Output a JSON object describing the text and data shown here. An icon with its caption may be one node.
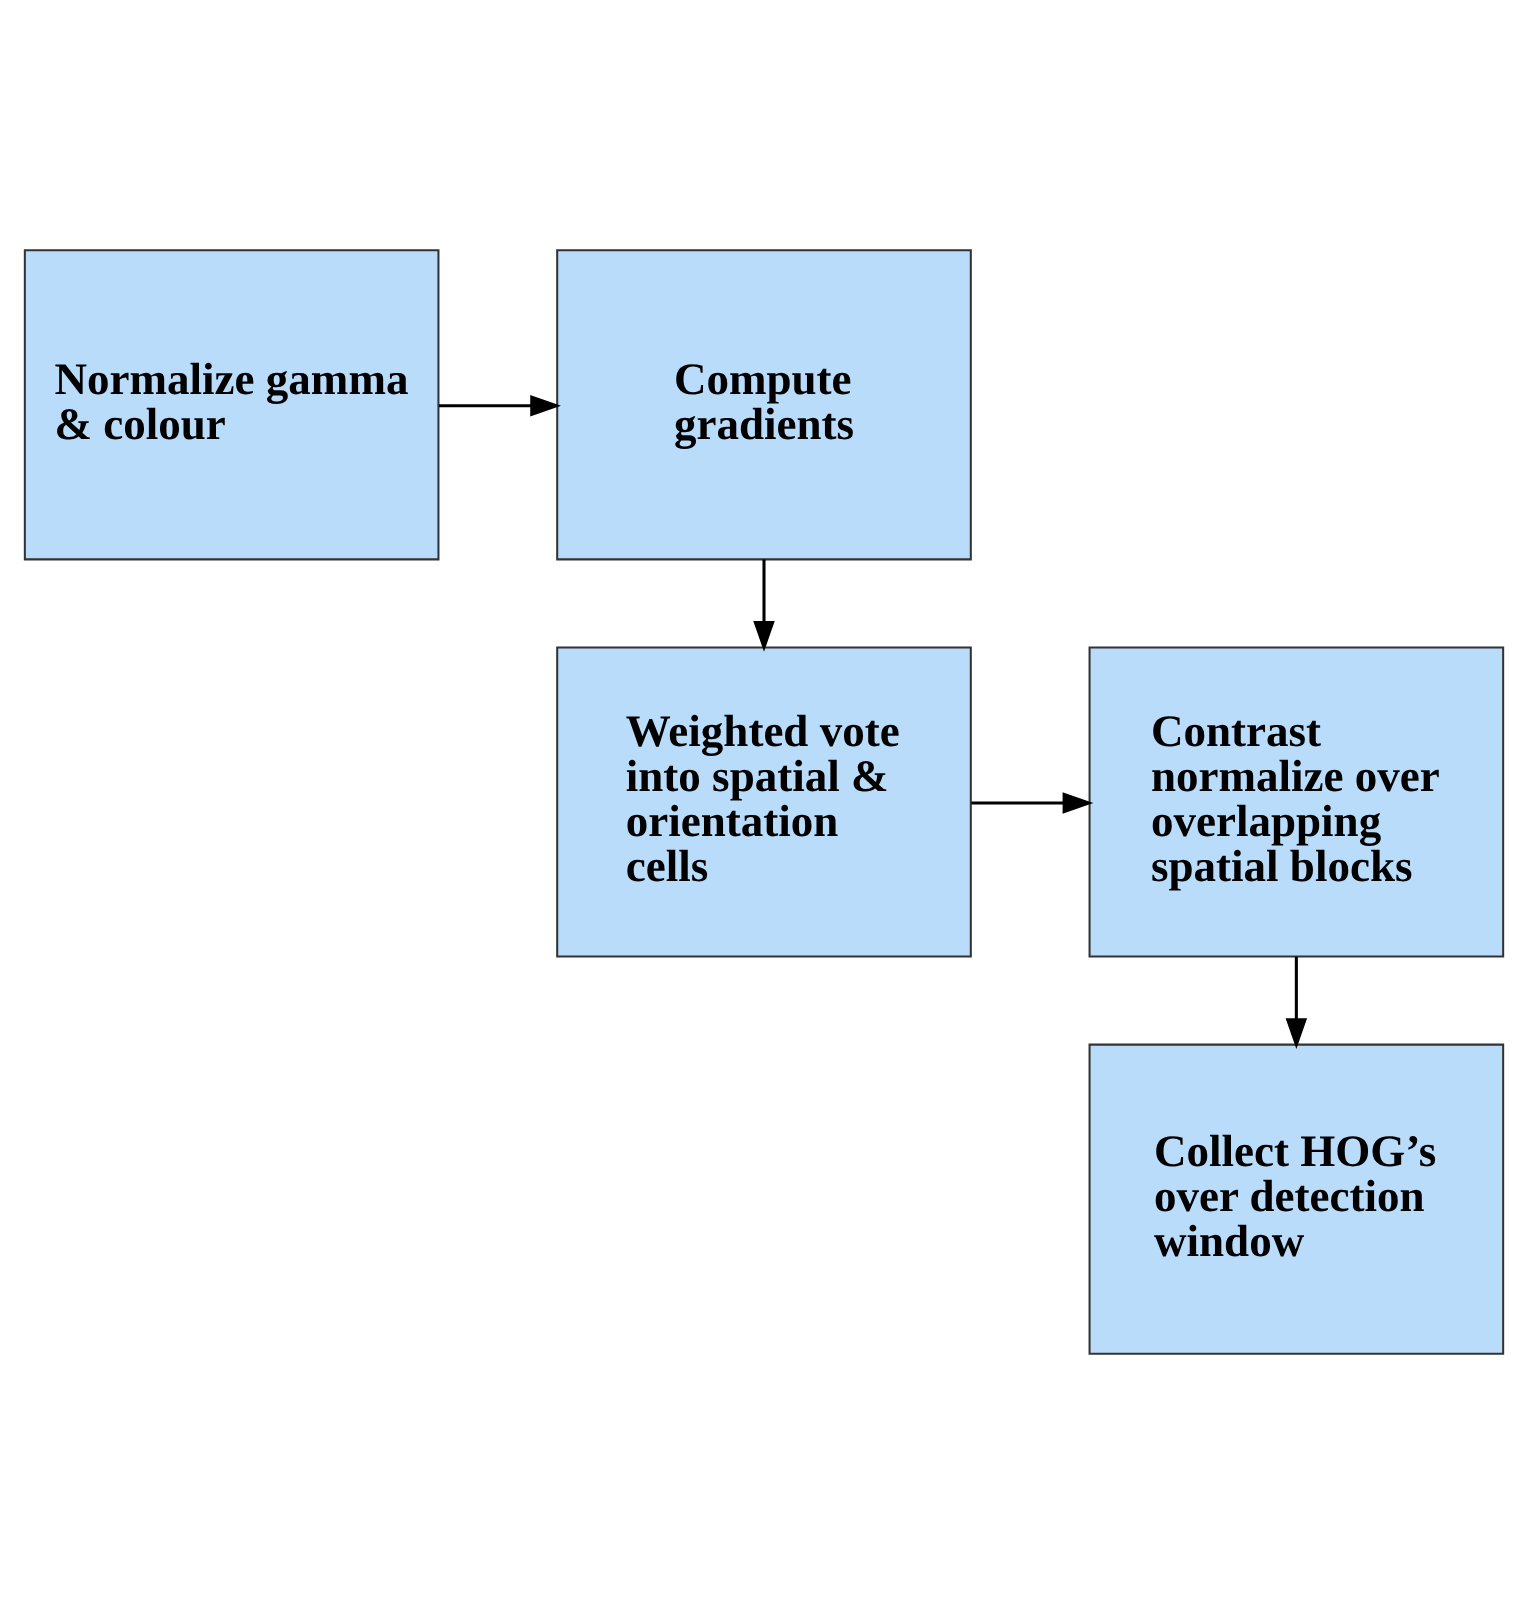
{
  "diagram": {
    "nodes": [
      {
        "text": [
          "Normalize gamma & colour"
        ]
      },
      {
        "text": [
          "Compute gradients"
        ]
      },
      {
        "text": [
          "Weighted vote into spatial & orientation cells"
        ]
      },
      {
        "text": [
          "Contrast normalize over overlapping spatial blocks"
        ]
      },
      {
        "text": [
          "Collect HOG’s over detection window"
        ]
      }
    ],
    "edges": [
      {
        "from": 0,
        "to": 1,
        "arrow": "to"
      },
      {
        "from": 1,
        "to": 2,
        "arrow": "to"
      },
      {
        "from": 2,
        "to": 3,
        "arrow": "to"
      },
      {
        "from": 3,
        "to": 4,
        "arrow": "to"
      }
    ]
  }
}
